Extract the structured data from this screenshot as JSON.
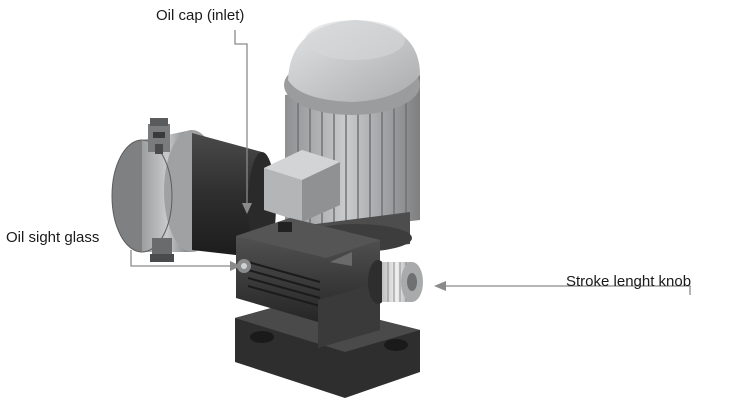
{
  "callouts": {
    "oil_cap": "Oil cap (inlet)",
    "oil_sight_glass": "Oil sight glass",
    "stroke_knob": "Stroke lenght knob"
  },
  "colors": {
    "leader_line": "#8a8a8a",
    "label_text": "#1a1a1a",
    "pump_body": "#3a3a3a",
    "motor_housing": "#a7a9ab",
    "motor_cap": "#c4c6c8"
  }
}
